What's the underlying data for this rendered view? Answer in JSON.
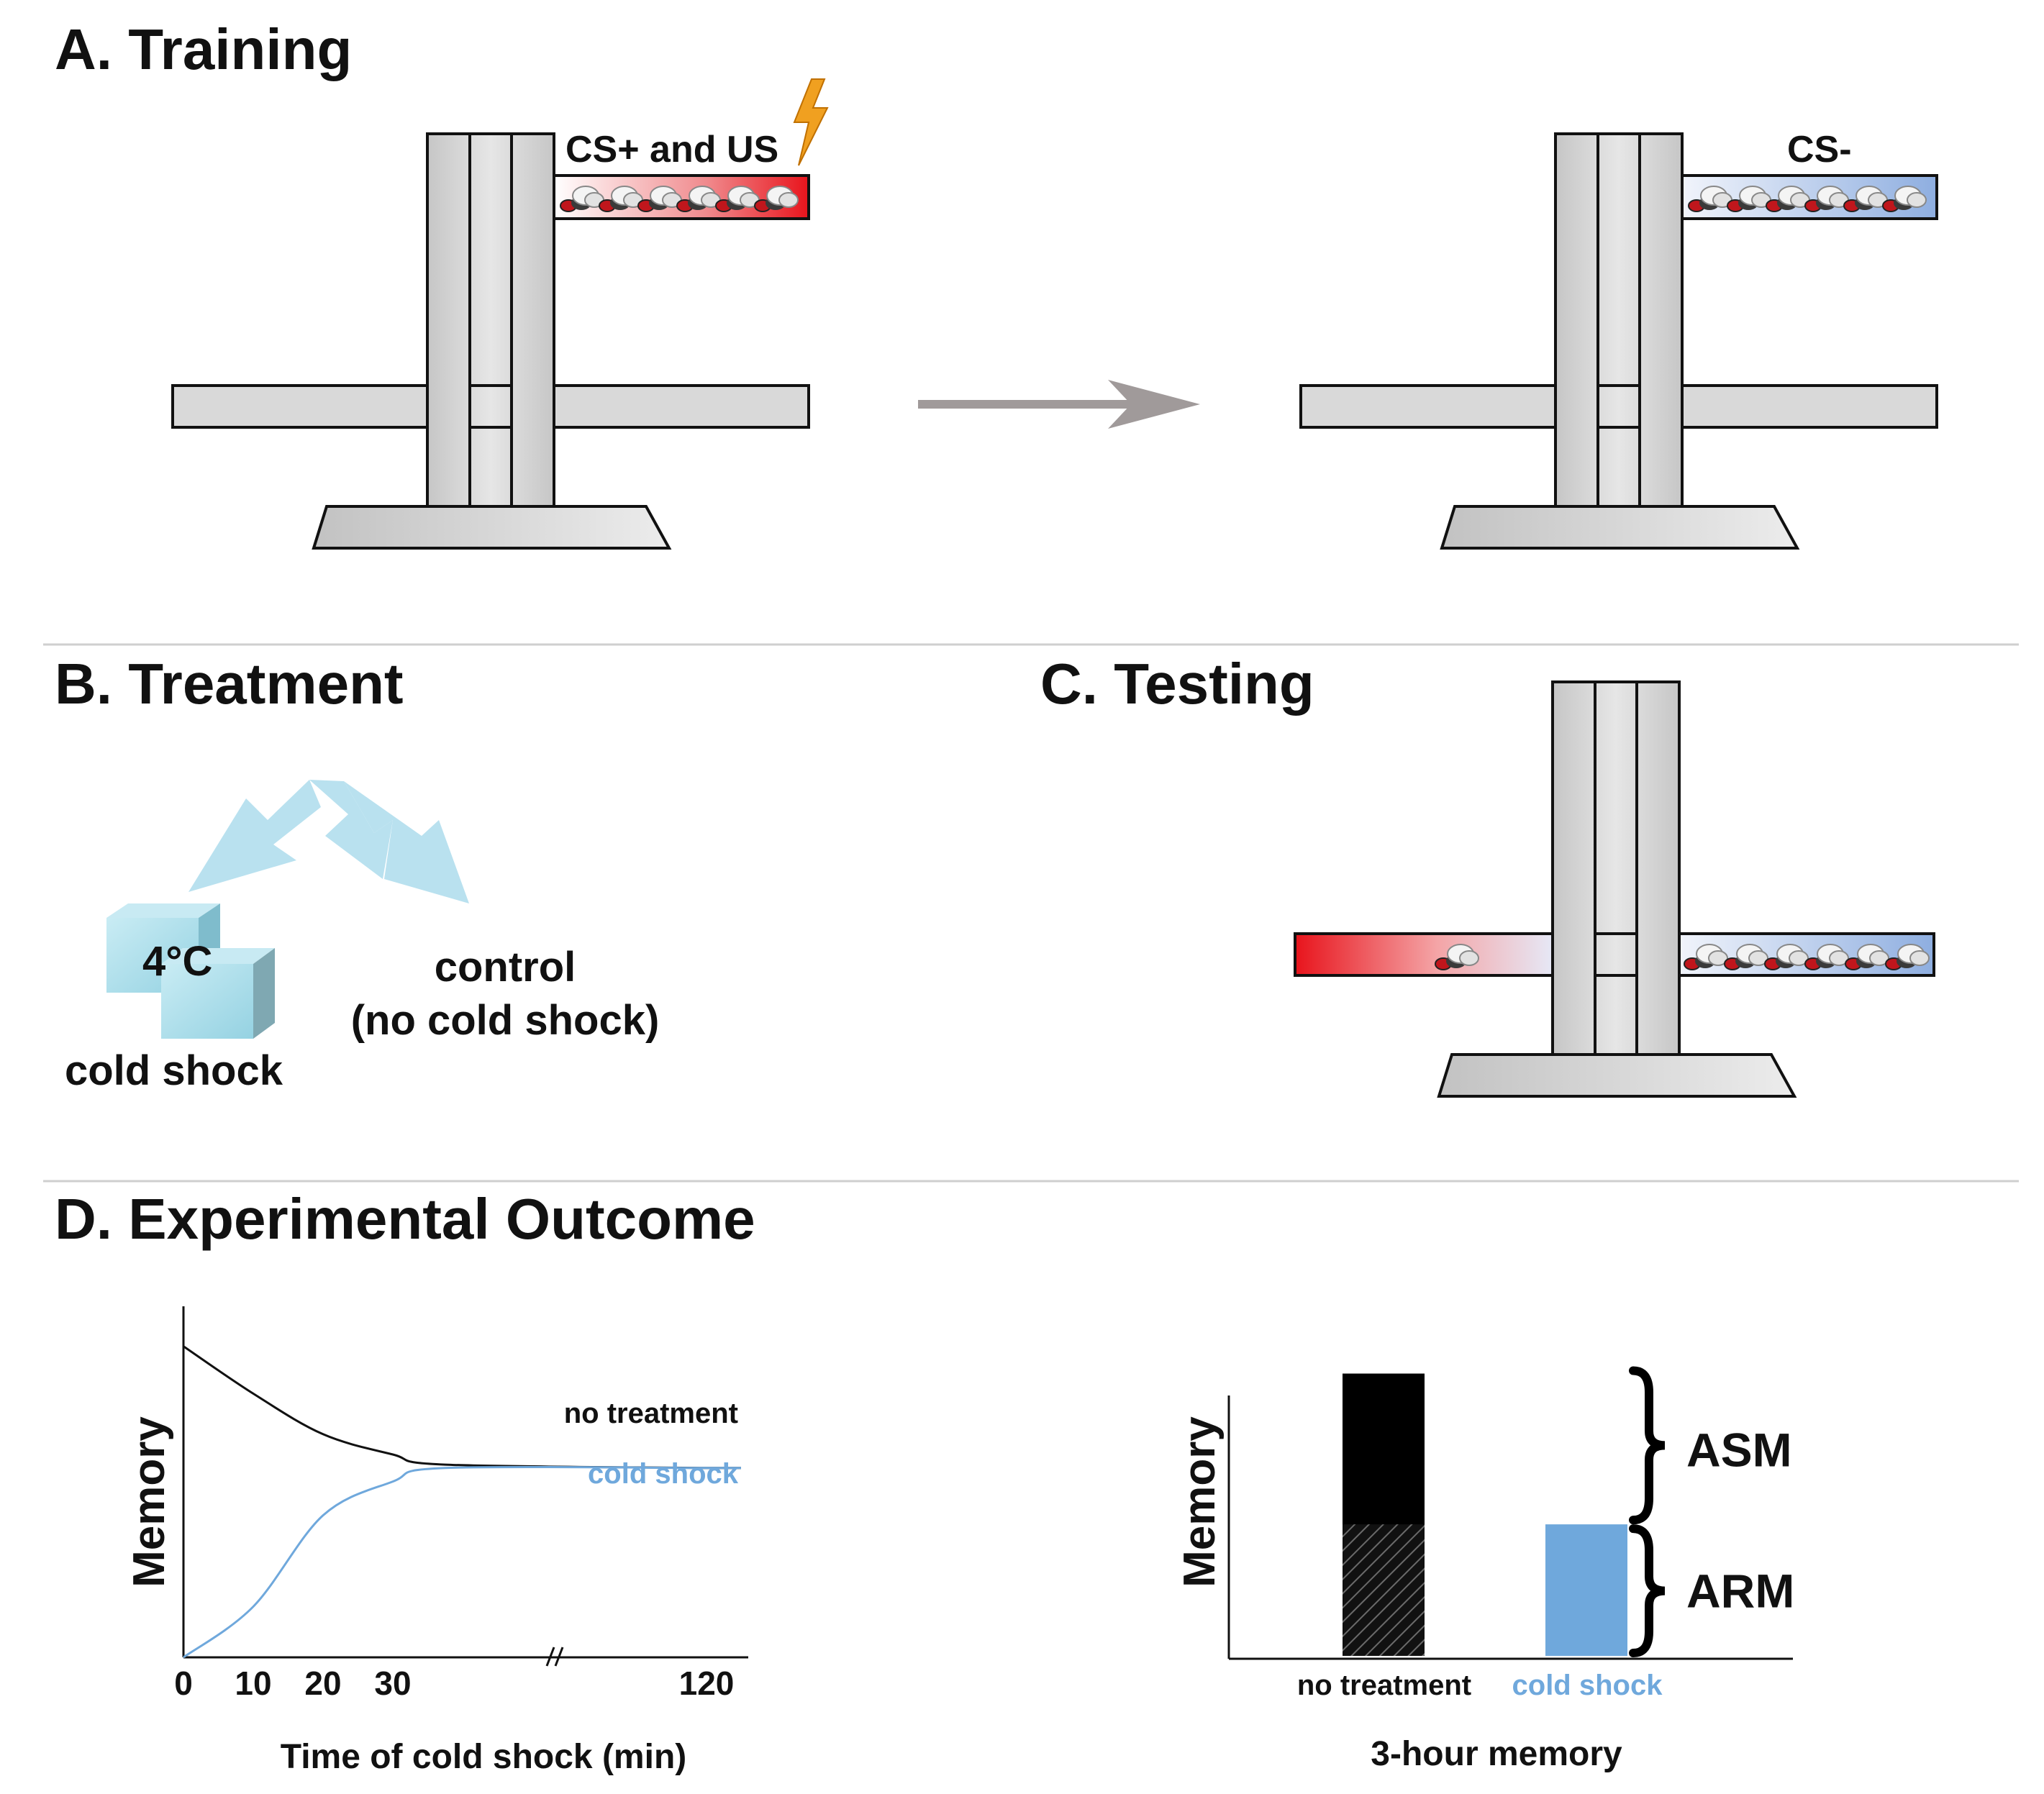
{
  "panels": {
    "training": {
      "title": "A. Training",
      "cs_plus_label": "CS+ and US",
      "cs_minus_label": "CS-"
    },
    "treatment": {
      "title": "B. Treatment",
      "cube_label": "4°C",
      "cold_label": "cold shock",
      "control_label": "control",
      "control_sub": "(no cold shock)"
    },
    "testing": {
      "title": "C. Testing"
    },
    "outcome": {
      "title": "D. Experimental Outcome"
    }
  },
  "colors": {
    "cs_plus": "#e8141c",
    "cs_minus": "#8eaee0",
    "cold": "#6fa8dc",
    "arrow": "#a09a9a",
    "bolt": "#f0a020",
    "ice": "#a8dcea"
  },
  "icons": [
    "lightning-bolt-icon",
    "fly-icon",
    "ice-cube-icon",
    "arrow-right-icon",
    "brace-icon"
  ],
  "chart_data": [
    {
      "type": "line",
      "title": "",
      "xlabel": "Time of cold shock (min)",
      "ylabel": "Memory",
      "x_ticks": [
        "0",
        "10",
        "20",
        "30",
        "120"
      ],
      "axis_break": true,
      "series": [
        {
          "name": "no treatment",
          "color": "#111111",
          "x": [
            0,
            10,
            20,
            30,
            45,
            120
          ],
          "y": [
            0.92,
            0.78,
            0.66,
            0.6,
            0.57,
            0.56
          ]
        },
        {
          "name": "cold shock",
          "color": "#6fa8dc",
          "x": [
            0,
            10,
            20,
            30,
            45,
            120
          ],
          "y": [
            0.0,
            0.15,
            0.42,
            0.52,
            0.56,
            0.56
          ]
        }
      ]
    },
    {
      "type": "bar",
      "title": "",
      "xlabel": "3-hour memory",
      "ylabel": "Memory",
      "categories": [
        "no treatment",
        "cold shock"
      ],
      "values": [
        0.88,
        0.41
      ],
      "colors": [
        "#000000",
        "#6fa8dc"
      ],
      "components": [
        {
          "name": "ASM",
          "value": 0.47
        },
        {
          "name": "ARM",
          "value": 0.41
        }
      ]
    }
  ]
}
